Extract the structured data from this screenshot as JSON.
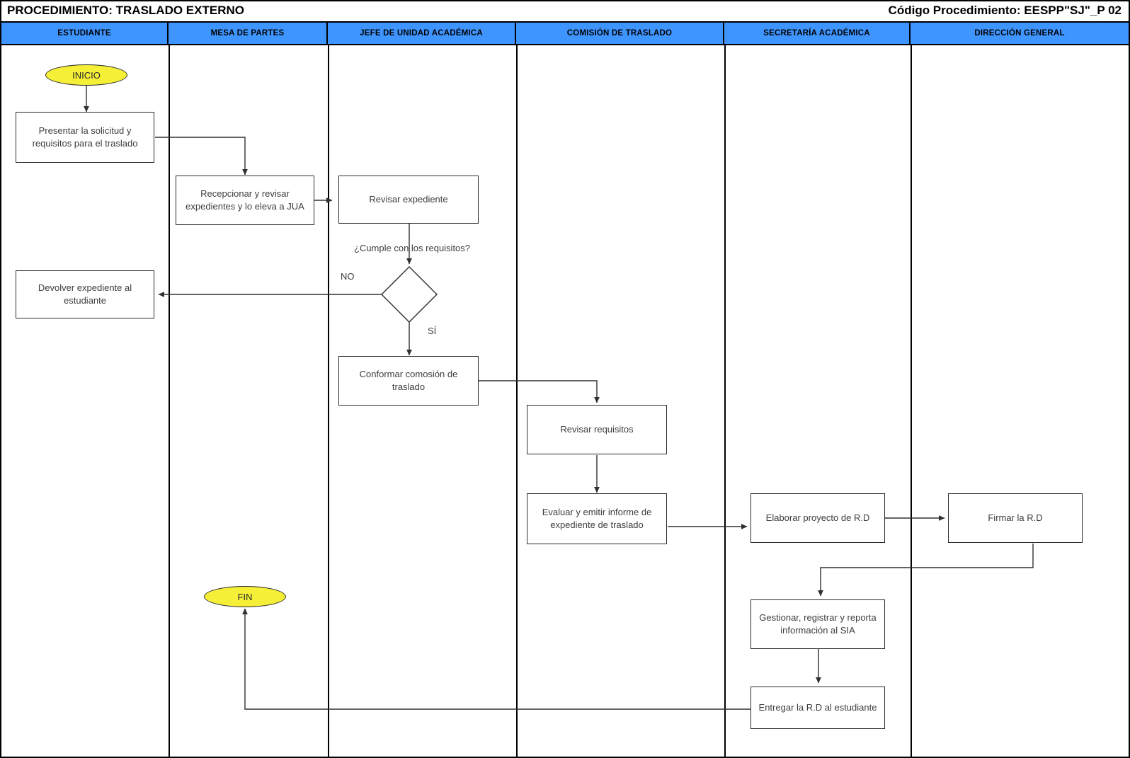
{
  "header": {
    "title": "PROCEDIMIENTO: TRASLADO EXTERNO",
    "code_label": "Código Procedimiento:  EESPP\"SJ\"_P 02"
  },
  "lanes": [
    {
      "id": "estudiante",
      "label": "ESTUDIANTE"
    },
    {
      "id": "mesa-partes",
      "label": "MESA DE PARTES"
    },
    {
      "id": "jefe-unidad",
      "label": "JEFE DE UNIDAD ACADÉMICA"
    },
    {
      "id": "comision",
      "label": "COMISIÓN DE TRASLADO"
    },
    {
      "id": "secretaria",
      "label": "SECRETARÍA ACADÉMICA"
    },
    {
      "id": "direccion",
      "label": "DIRECCIÓN GENERAL"
    }
  ],
  "nodes": {
    "inicio": {
      "label": "INICIO",
      "type": "terminal"
    },
    "fin": {
      "label": "FIN",
      "type": "terminal"
    },
    "presentar": {
      "label": "Presentar la solicitud y requisitos para el traslado",
      "type": "process"
    },
    "recepcionar": {
      "label": "Recepcionar y revisar expedientes y lo eleva a JUA",
      "type": "process"
    },
    "revisar_expediente": {
      "label": "Revisar expediente",
      "type": "process"
    },
    "decision": {
      "label": "",
      "type": "decision"
    },
    "devolver": {
      "label": "Devolver expediente al estudiante",
      "type": "process"
    },
    "conformar": {
      "label": "Conformar comosión de traslado",
      "type": "process"
    },
    "revisar_requisitos": {
      "label": "Revisar requisitos",
      "type": "process"
    },
    "evaluar": {
      "label": "Evaluar y emitir informe de expediente de traslado",
      "type": "process"
    },
    "elaborar": {
      "label": "Elaborar proyecto de R.D",
      "type": "process"
    },
    "firmar": {
      "label": "Firmar la R.D",
      "type": "process"
    },
    "gestionar": {
      "label": "Gestionar, registrar y reporta información al SIA",
      "type": "process"
    },
    "entregar": {
      "label": "Entregar la R.D al estudiante",
      "type": "process"
    }
  },
  "edge_labels": {
    "question": "¿Cumple con los requisitos?",
    "no": "NO",
    "si": "SÍ"
  },
  "colors": {
    "lane_header_fill": "#3f95ff",
    "terminal_fill": "#f5ef38",
    "node_stroke": "#2b2b2b",
    "connector_stroke": "#404040",
    "page_border": "#000000"
  }
}
